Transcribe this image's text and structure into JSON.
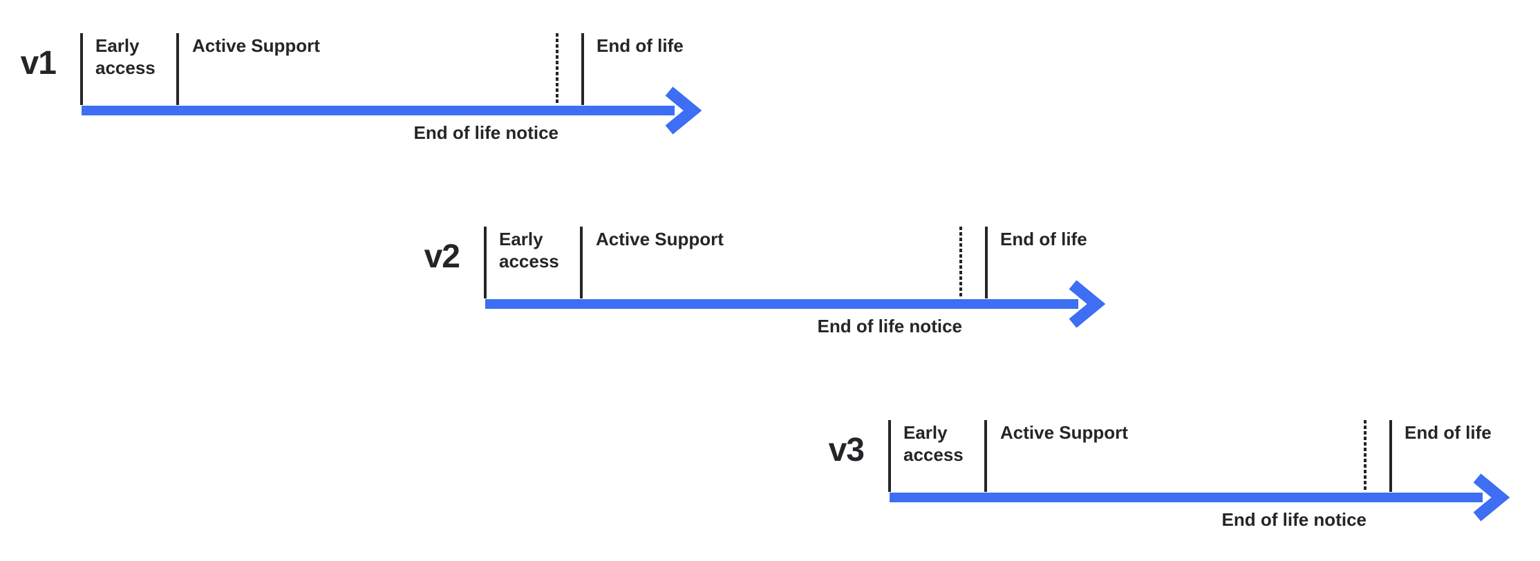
{
  "diagram": {
    "type": "version-lifecycle-timelines",
    "colors": {
      "arrow": "#3D6EF3",
      "ink": "#242528",
      "background": "#ffffff"
    },
    "rows": [
      {
        "version": "v1",
        "early_access": "Early\naccess",
        "active_support": "Active Support",
        "end_of_life": "End of life",
        "eol_notice": "End of life notice"
      },
      {
        "version": "v2",
        "early_access": "Early\naccess",
        "active_support": "Active Support",
        "end_of_life": "End of life",
        "eol_notice": "End of life notice"
      },
      {
        "version": "v3",
        "early_access": "Early\naccess",
        "active_support": "Active Support",
        "end_of_life": "End of life",
        "eol_notice": "End of life notice"
      }
    ]
  }
}
